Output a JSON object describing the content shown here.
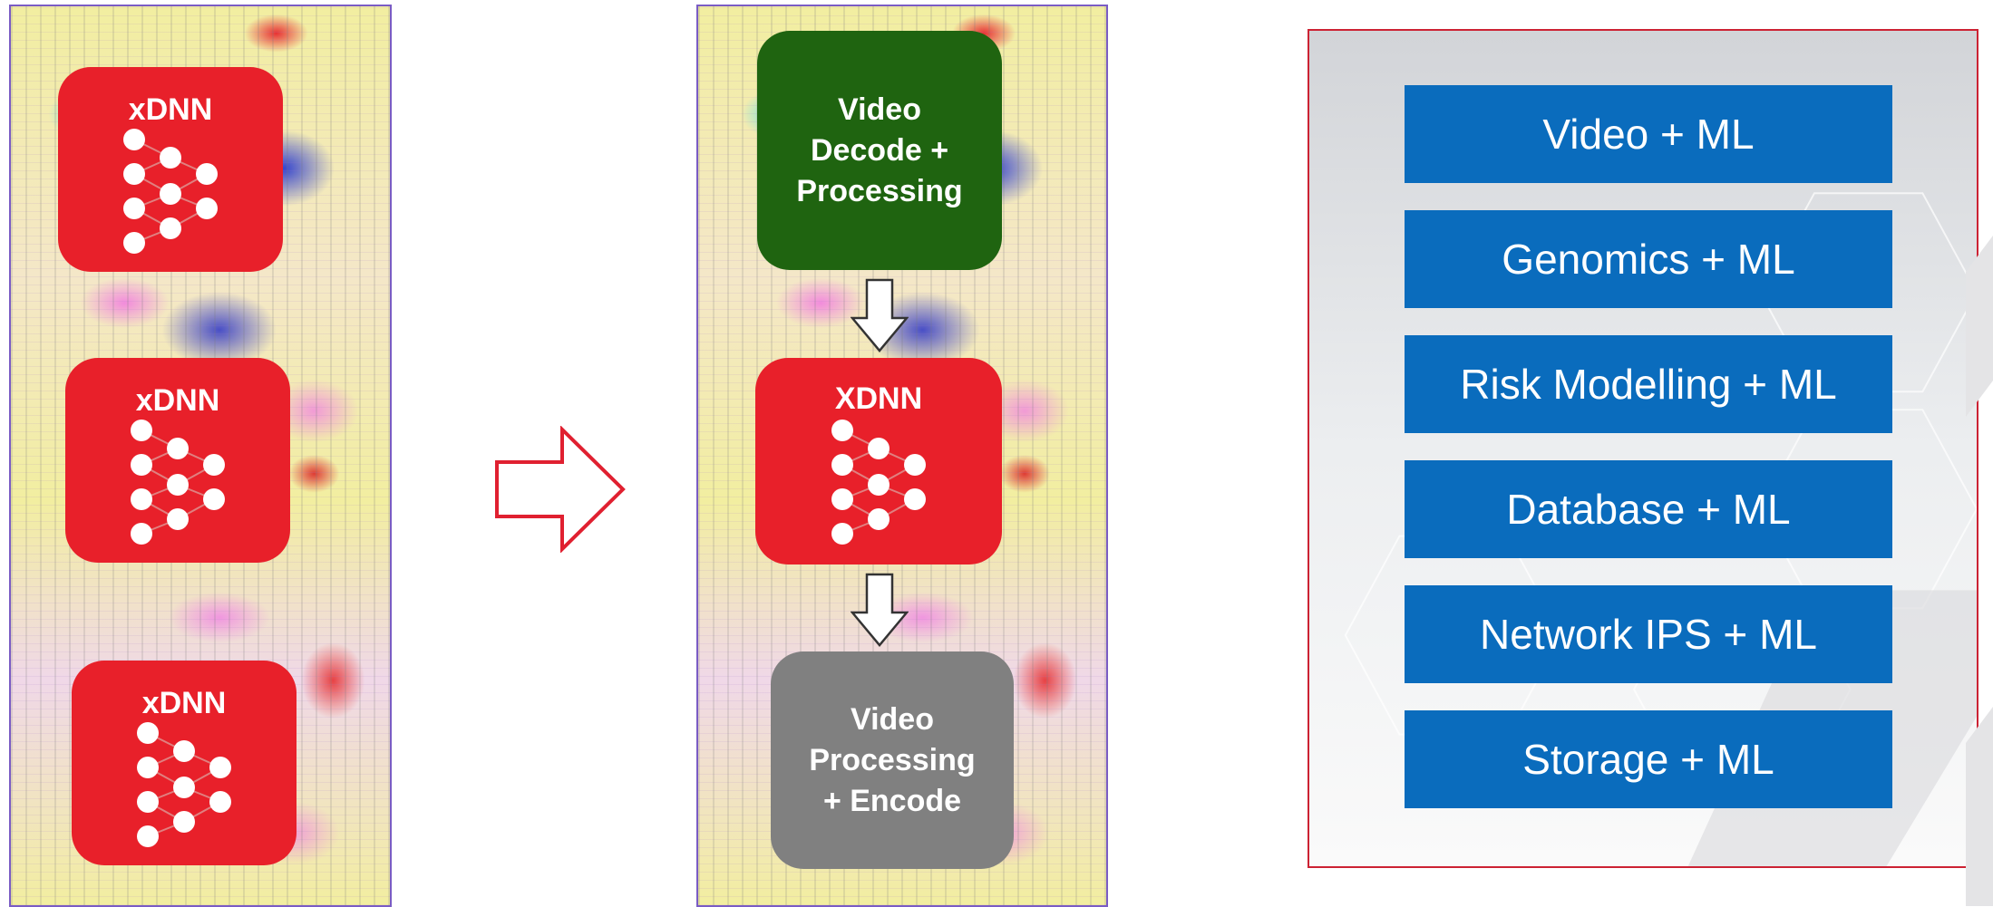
{
  "left_chip": {
    "blocks": [
      {
        "label": "xDNN"
      },
      {
        "label": "xDNN"
      },
      {
        "label": "xDNN"
      }
    ]
  },
  "pipeline": {
    "decode": {
      "line1": "Video",
      "line2": "Decode +",
      "line3": "Processing"
    },
    "xdnn": {
      "label": "XDNN"
    },
    "encode": {
      "line1": "Video",
      "line2": "Processing",
      "line3": "+ Encode"
    }
  },
  "applications": [
    "Video + ML",
    "Genomics + ML",
    "Risk Modelling + ML",
    "Database + ML",
    "Network IPS + ML",
    "Storage + ML"
  ],
  "colors": {
    "xdnn_red": "#e8202a",
    "decode_green": "#1f6410",
    "encode_gray": "#808080",
    "app_blue": "#0a6cbd",
    "panel_border": "#cc2233",
    "arrow_red": "#e02030"
  },
  "icons": {
    "neural_net": "neural-network-icon",
    "transform_arrow": "right-arrow-icon",
    "flow_arrow": "down-arrow-icon"
  }
}
